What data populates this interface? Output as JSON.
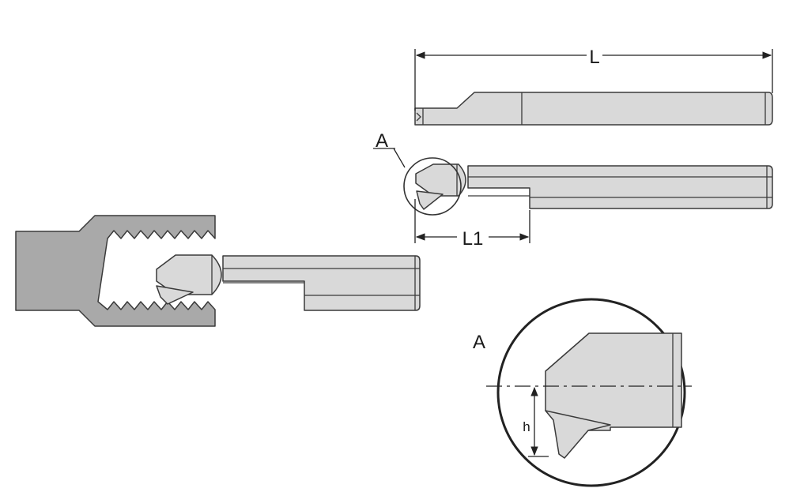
{
  "diagram": {
    "labels": {
      "length_total": "L",
      "length_l1": "L1",
      "detail_ref": "A",
      "detail_title": "A",
      "height": "h"
    },
    "colors": {
      "tool_fill": "#d9d9d9",
      "workpiece_fill": "#a9a9a9",
      "outline": "#3a3a3a"
    }
  }
}
